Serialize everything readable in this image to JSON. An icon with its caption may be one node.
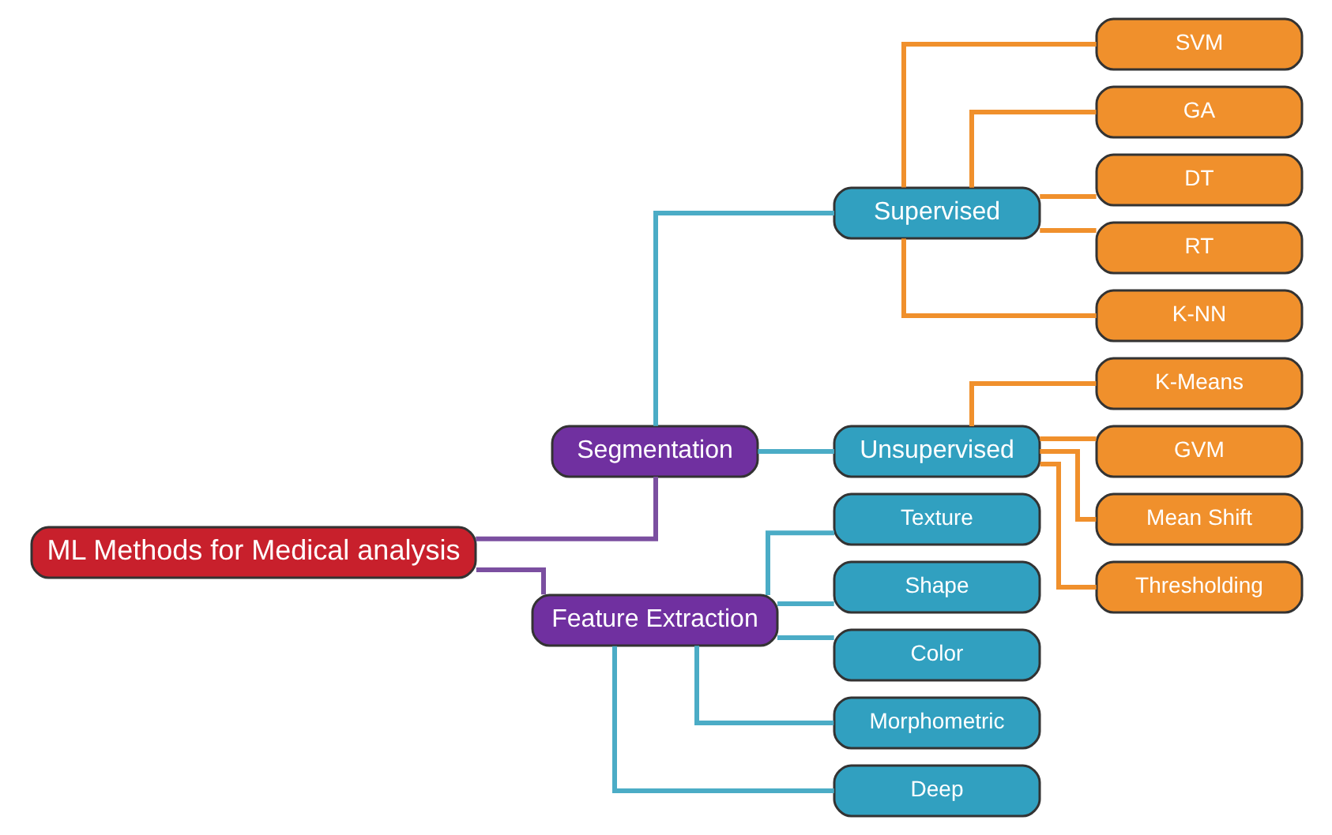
{
  "diagram": {
    "nodes": [
      {
        "text": [
          "ML Methods for Medical analysis"
        ]
      },
      {
        "text": [
          "Segmentation"
        ]
      },
      {
        "text": [
          "Feature Extraction"
        ]
      },
      {
        "text": [
          "Supervised"
        ]
      },
      {
        "text": [
          "Unsupervised"
        ]
      },
      {
        "text": [
          "SVM"
        ]
      },
      {
        "text": [
          "GA"
        ]
      },
      {
        "text": [
          "DT"
        ]
      },
      {
        "text": [
          "RT"
        ]
      },
      {
        "text": [
          "K-NN"
        ]
      },
      {
        "text": [
          "K-Means"
        ]
      },
      {
        "text": [
          "GVM"
        ]
      },
      {
        "text": [
          "Mean Shift"
        ]
      },
      {
        "text": [
          "Thresholding"
        ]
      },
      {
        "text": [
          "Texture"
        ]
      },
      {
        "text": [
          "Shape"
        ]
      },
      {
        "text": [
          "Color"
        ]
      },
      {
        "text": [
          "Morphometric"
        ]
      },
      {
        "text": [
          "Deep"
        ]
      }
    ],
    "edges": [
      {
        "from": 0,
        "to": 1,
        "arrow": "none",
        "color": "#7b4fa0"
      },
      {
        "from": 0,
        "to": 2,
        "arrow": "none",
        "color": "#7b4fa0"
      },
      {
        "from": 1,
        "to": 3,
        "arrow": "none",
        "color": "#4bacc6"
      },
      {
        "from": 1,
        "to": 4,
        "arrow": "none",
        "color": "#4bacc6"
      },
      {
        "from": 3,
        "to": 5,
        "arrow": "none"
      },
      {
        "from": 3,
        "to": 6,
        "arrow": "none"
      },
      {
        "from": 3,
        "to": 7,
        "arrow": "none"
      },
      {
        "from": 3,
        "to": 8,
        "arrow": "none"
      },
      {
        "from": 3,
        "to": 9,
        "arrow": "none"
      },
      {
        "from": 4,
        "to": 10,
        "arrow": "none"
      },
      {
        "from": 4,
        "to": 11,
        "arrow": "none"
      },
      {
        "from": 4,
        "to": 12,
        "arrow": "none"
      },
      {
        "from": 4,
        "to": 13,
        "arrow": "none"
      },
      {
        "from": 2,
        "to": 14,
        "arrow": "none",
        "color": "#4bacc6"
      },
      {
        "from": 2,
        "to": 15,
        "arrow": "none",
        "color": "#4bacc6"
      },
      {
        "from": 2,
        "to": 16,
        "arrow": "none",
        "color": "#4bacc6"
      },
      {
        "from": 2,
        "to": 17,
        "arrow": "none",
        "color": "#4bacc6"
      },
      {
        "from": 2,
        "to": 18,
        "arrow": "none",
        "color": "#4bacc6"
      }
    ]
  }
}
